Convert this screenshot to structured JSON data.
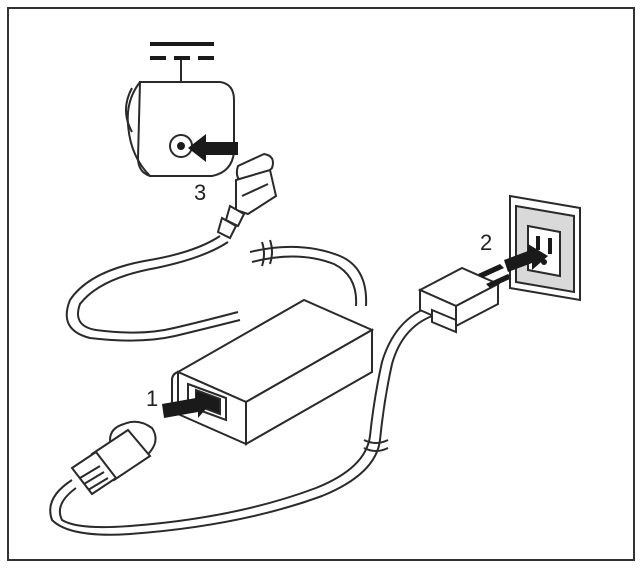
{
  "diagram": {
    "steps": [
      {
        "number": "1"
      },
      {
        "number": "2"
      },
      {
        "number": "3"
      }
    ],
    "colors": {
      "frame": "#333333",
      "line": "#2a2a2a",
      "fill": "#ffffff",
      "shade": "#d9d9d9",
      "dark": "#1a1a1a"
    },
    "icons": {
      "dc_symbol": "dc-voltage-symbol-icon"
    }
  }
}
